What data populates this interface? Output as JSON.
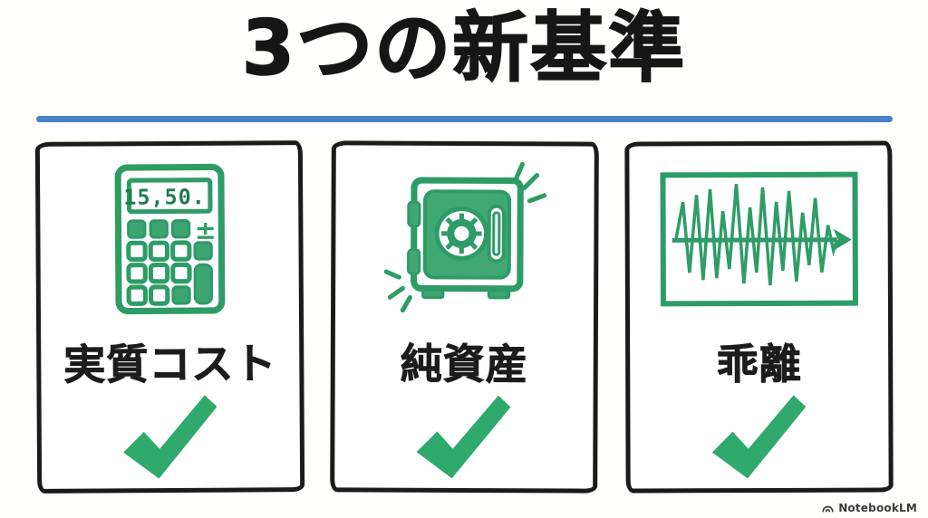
{
  "page": {
    "title": "3つの新基準",
    "watermark": "NotebookLM"
  },
  "colors": {
    "accent_blue": "#4a80c4",
    "ink_black": "#1b1b1b",
    "icon_green_stroke": "#2e9c66",
    "icon_green_fill": "#42a873",
    "check_green": "#2fa96c"
  },
  "cards": [
    {
      "label": "実質コスト",
      "icon": "calculator-icon",
      "calc_display": "15,50.",
      "calc_plusminus": "±",
      "checked": true
    },
    {
      "label": "純資産",
      "icon": "safe-icon",
      "checked": true
    },
    {
      "label": "乖離",
      "icon": "waveform-icon",
      "checked": true
    }
  ]
}
